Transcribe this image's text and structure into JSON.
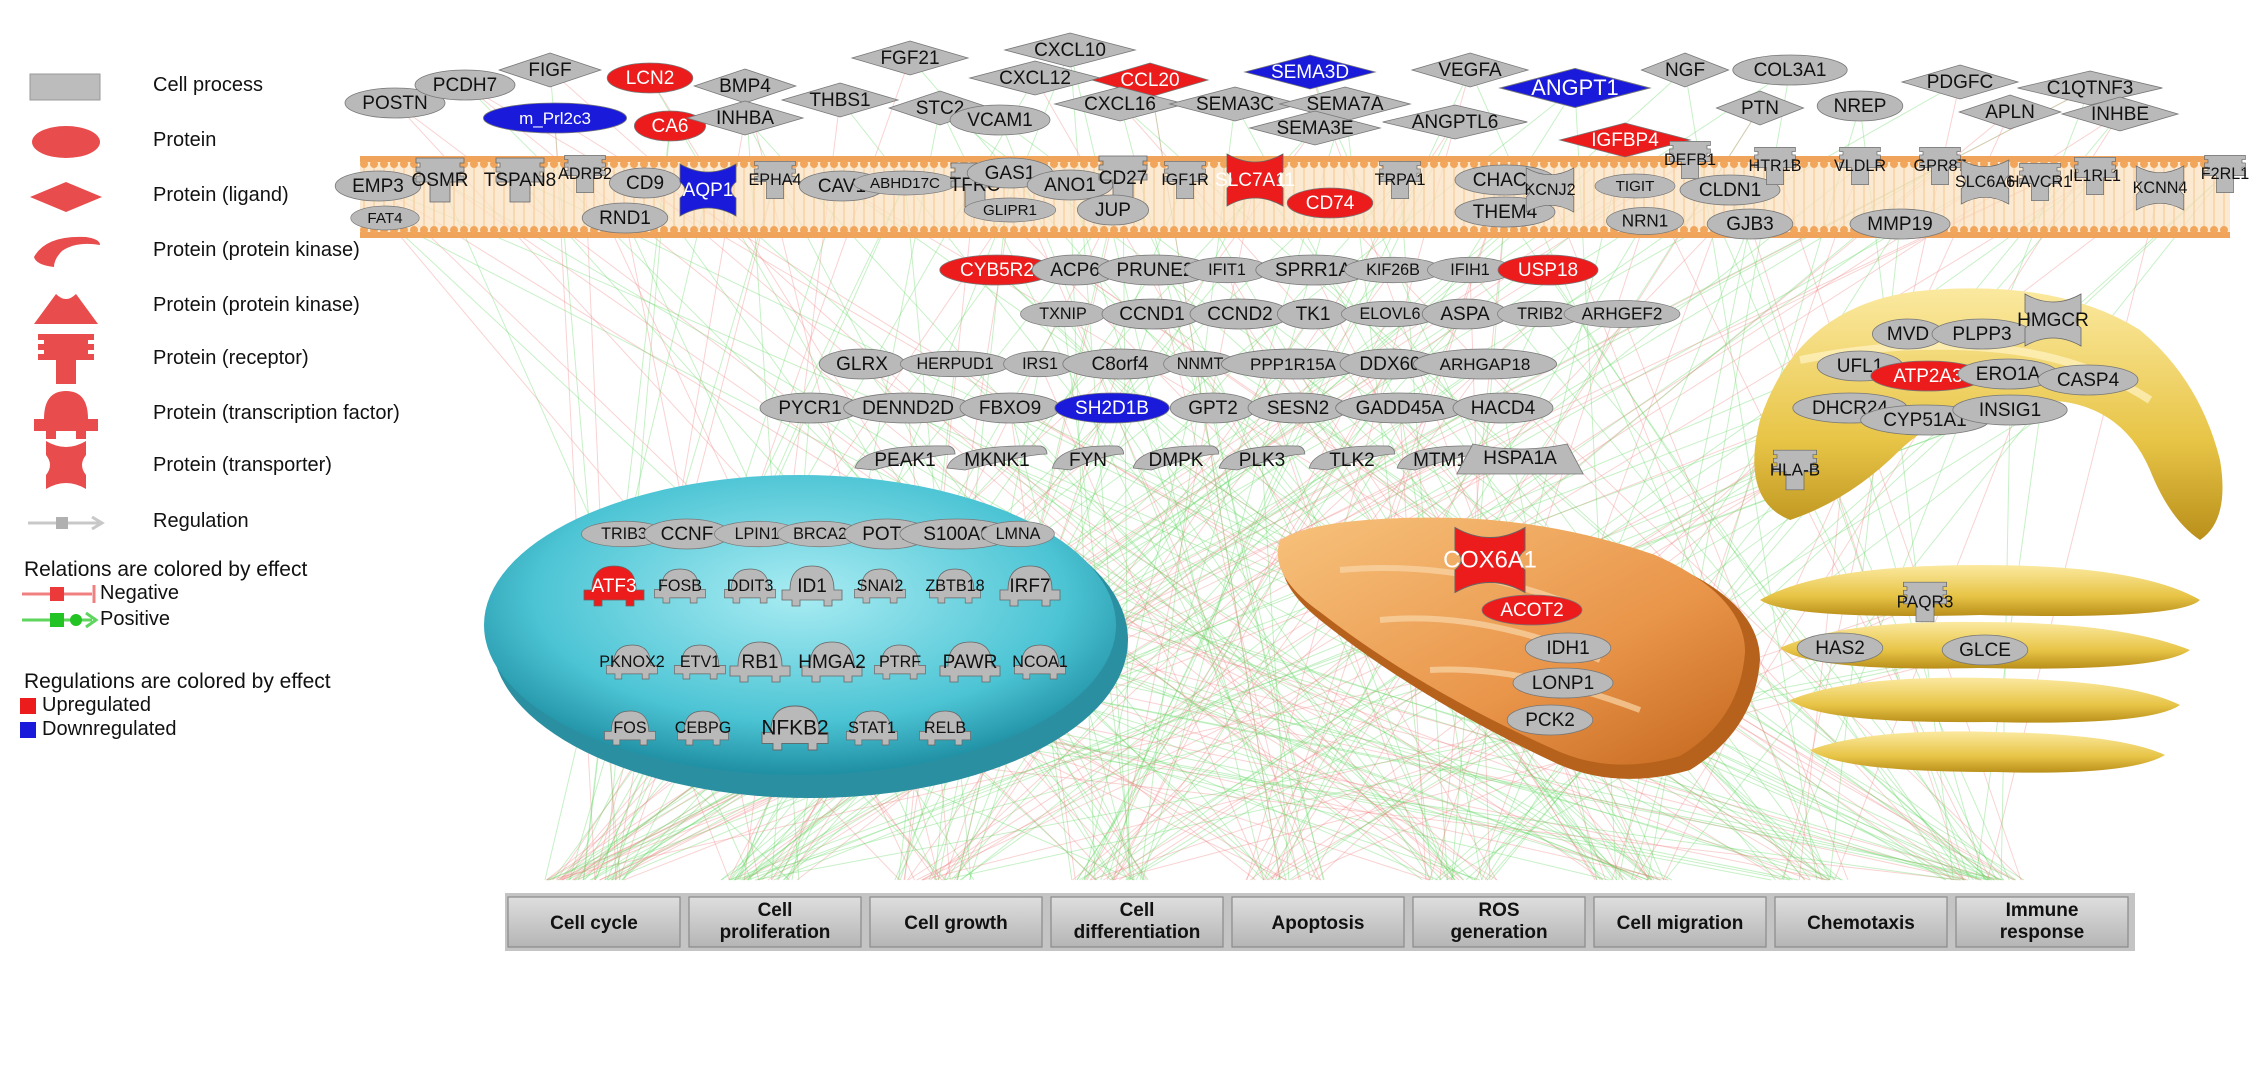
{
  "legend": {
    "items": [
      {
        "label": "Cell process",
        "icon": "cell-process-icon"
      },
      {
        "label": "Protein",
        "icon": "protein-ellipse-icon"
      },
      {
        "label": "Protein (ligand)",
        "icon": "ligand-diamond-icon"
      },
      {
        "label": "Protein (protein kinase)",
        "icon": "kinase-crescent-icon"
      },
      {
        "label": "Protein (protein kinase)",
        "icon": "kinase-trapezoid-icon"
      },
      {
        "label": "Protein (receptor)",
        "icon": "receptor-icon"
      },
      {
        "label": "Protein (transcription factor)",
        "icon": "transcription-factor-icon"
      },
      {
        "label": "Protein (transporter)",
        "icon": "transporter-icon"
      },
      {
        "label": "Regulation",
        "icon": "regulation-arrow-icon"
      }
    ],
    "relations_title": "Relations are colored by effect",
    "negative_label": "Negative",
    "positive_label": "Positive",
    "regulations_title": "Regulations are colored by effect",
    "up_label": "Upregulated",
    "down_label": "Downregulated"
  },
  "colors": {
    "up": "#ec1c1c",
    "down": "#1a1adb",
    "neutral": "#b9b9b9",
    "membrane": "#f2a65c",
    "nucleus": "#4fc7d6",
    "mitochondrion": "#e08a3c",
    "er_golgi": "#e6c23a",
    "negative_edge": "#f08080",
    "positive_edge": "#5ed65e"
  },
  "processes": [
    "Cell cycle",
    "Cell\nproliferation",
    "Cell growth",
    "Cell\ndifferentiation",
    "Apoptosis",
    "ROS\ngeneration",
    "Cell migration",
    "Chemotaxis",
    "Immune\nresponse"
  ],
  "nodes": [
    {
      "label": "POSTN",
      "shape": "ellipse",
      "state": "neutral"
    },
    {
      "label": "PCDH7",
      "shape": "ellipse",
      "state": "neutral"
    },
    {
      "label": "FIGF",
      "shape": "diamond",
      "state": "neutral"
    },
    {
      "label": "LCN2",
      "shape": "ellipse",
      "state": "up"
    },
    {
      "label": "BMP4",
      "shape": "diamond",
      "state": "neutral"
    },
    {
      "label": "FGF21",
      "shape": "diamond",
      "state": "neutral"
    },
    {
      "label": "CXCL10",
      "shape": "diamond",
      "state": "neutral"
    },
    {
      "label": "CXCL12",
      "shape": "diamond",
      "state": "neutral"
    },
    {
      "label": "CCL20",
      "shape": "diamond",
      "state": "up"
    },
    {
      "label": "SEMA3D",
      "shape": "diamond",
      "state": "down"
    },
    {
      "label": "VEGFA",
      "shape": "diamond",
      "state": "neutral"
    },
    {
      "label": "ANGPT1",
      "shape": "diamond",
      "state": "down"
    },
    {
      "label": "NGF",
      "shape": "diamond",
      "state": "neutral"
    },
    {
      "label": "COL3A1",
      "shape": "ellipse",
      "state": "neutral"
    },
    {
      "label": "PDGFC",
      "shape": "diamond",
      "state": "neutral"
    },
    {
      "label": "C1QTNF3",
      "shape": "diamond",
      "state": "neutral"
    },
    {
      "label": "m_Prl2c3",
      "shape": "ellipse",
      "state": "down"
    },
    {
      "label": "CA6",
      "shape": "ellipse",
      "state": "up"
    },
    {
      "label": "INHBA",
      "shape": "diamond",
      "state": "neutral"
    },
    {
      "label": "THBS1",
      "shape": "diamond",
      "state": "neutral"
    },
    {
      "label": "STC2",
      "shape": "diamond",
      "state": "neutral"
    },
    {
      "label": "VCAM1",
      "shape": "ellipse",
      "state": "neutral"
    },
    {
      "label": "CXCL16",
      "shape": "diamond",
      "state": "neutral"
    },
    {
      "label": "SEMA3C",
      "shape": "diamond",
      "state": "neutral"
    },
    {
      "label": "SEMA7A",
      "shape": "diamond",
      "state": "neutral"
    },
    {
      "label": "SEMA3E",
      "shape": "diamond",
      "state": "neutral"
    },
    {
      "label": "ANGPTL6",
      "shape": "diamond",
      "state": "neutral"
    },
    {
      "label": "IGFBP4",
      "shape": "diamond",
      "state": "up"
    },
    {
      "label": "PTN",
      "shape": "diamond",
      "state": "neutral"
    },
    {
      "label": "NREP",
      "shape": "ellipse",
      "state": "neutral"
    },
    {
      "label": "APLN",
      "shape": "diamond",
      "state": "neutral"
    },
    {
      "label": "INHBE",
      "shape": "diamond",
      "state": "neutral"
    },
    {
      "label": "DEFB1",
      "shape": "receptor",
      "state": "neutral"
    },
    {
      "label": "EMP3",
      "shape": "ellipse",
      "state": "neutral"
    },
    {
      "label": "FAT4",
      "shape": "ellipse",
      "state": "neutral"
    },
    {
      "label": "OSMR",
      "shape": "receptor",
      "state": "neutral"
    },
    {
      "label": "TSPAN8",
      "shape": "receptor",
      "state": "neutral"
    },
    {
      "label": "ADRB2",
      "shape": "receptor",
      "state": "neutral"
    },
    {
      "label": "CD9",
      "shape": "ellipse",
      "state": "neutral"
    },
    {
      "label": "RND1",
      "shape": "ellipse",
      "state": "neutral"
    },
    {
      "label": "AQP1",
      "shape": "transporter",
      "state": "down"
    },
    {
      "label": "EPHA4",
      "shape": "receptor",
      "state": "neutral"
    },
    {
      "label": "CAV1",
      "shape": "ellipse",
      "state": "neutral"
    },
    {
      "label": "ABHD17C",
      "shape": "ellipse",
      "state": "neutral"
    },
    {
      "label": "TFRC",
      "shape": "receptor",
      "state": "neutral"
    },
    {
      "label": "GAS1",
      "shape": "ellipse",
      "state": "neutral"
    },
    {
      "label": "GLIPR1",
      "shape": "ellipse",
      "state": "neutral"
    },
    {
      "label": "ANO1",
      "shape": "ellipse",
      "state": "neutral"
    },
    {
      "label": "CD27",
      "shape": "receptor",
      "state": "neutral"
    },
    {
      "label": "JUP",
      "shape": "ellipse",
      "state": "neutral"
    },
    {
      "label": "IGF1R",
      "shape": "receptor",
      "state": "neutral"
    },
    {
      "label": "SLC7A11",
      "shape": "transporter",
      "state": "up"
    },
    {
      "label": "CD74",
      "shape": "ellipse",
      "state": "up"
    },
    {
      "label": "TRPA1",
      "shape": "receptor",
      "state": "neutral"
    },
    {
      "label": "CHAC1",
      "shape": "ellipse",
      "state": "neutral"
    },
    {
      "label": "THEM4",
      "shape": "ellipse",
      "state": "neutral"
    },
    {
      "label": "KCNJ2",
      "shape": "transporter",
      "state": "neutral"
    },
    {
      "label": "TIGIT",
      "shape": "ellipse",
      "state": "neutral"
    },
    {
      "label": "NRN1",
      "shape": "ellipse",
      "state": "neutral"
    },
    {
      "label": "CLDN1",
      "shape": "ellipse",
      "state": "neutral"
    },
    {
      "label": "GJB3",
      "shape": "ellipse",
      "state": "neutral"
    },
    {
      "label": "HTR1B",
      "shape": "receptor",
      "state": "neutral"
    },
    {
      "label": "VLDLR",
      "shape": "receptor",
      "state": "neutral"
    },
    {
      "label": "MMP19",
      "shape": "ellipse",
      "state": "neutral"
    },
    {
      "label": "GPR87",
      "shape": "receptor",
      "state": "neutral"
    },
    {
      "label": "SLC6A6",
      "shape": "transporter",
      "state": "neutral"
    },
    {
      "label": "HAVCR1",
      "shape": "receptor",
      "state": "neutral"
    },
    {
      "label": "IL1RL1",
      "shape": "receptor",
      "state": "neutral"
    },
    {
      "label": "KCNN4",
      "shape": "transporter",
      "state": "neutral"
    },
    {
      "label": "F2RL1",
      "shape": "receptor",
      "state": "neutral"
    },
    {
      "label": "CYB5R2",
      "shape": "ellipse",
      "state": "up"
    },
    {
      "label": "ACP6",
      "shape": "ellipse",
      "state": "neutral"
    },
    {
      "label": "PRUNE2",
      "shape": "ellipse",
      "state": "neutral"
    },
    {
      "label": "IFIT1",
      "shape": "ellipse",
      "state": "neutral"
    },
    {
      "label": "SPRR1A",
      "shape": "ellipse",
      "state": "neutral"
    },
    {
      "label": "KIF26B",
      "shape": "ellipse",
      "state": "neutral"
    },
    {
      "label": "IFIH1",
      "shape": "ellipse",
      "state": "neutral"
    },
    {
      "label": "USP18",
      "shape": "ellipse",
      "state": "up"
    },
    {
      "label": "TXNIP",
      "shape": "ellipse",
      "state": "neutral"
    },
    {
      "label": "CCND1",
      "shape": "ellipse",
      "state": "neutral"
    },
    {
      "label": "CCND2",
      "shape": "ellipse",
      "state": "neutral"
    },
    {
      "label": "TK1",
      "shape": "ellipse",
      "state": "neutral"
    },
    {
      "label": "ELOVL6",
      "shape": "ellipse",
      "state": "neutral"
    },
    {
      "label": "ASPA",
      "shape": "ellipse",
      "state": "neutral"
    },
    {
      "label": "TRIB2",
      "shape": "ellipse",
      "state": "neutral"
    },
    {
      "label": "ARHGEF2",
      "shape": "ellipse",
      "state": "neutral"
    },
    {
      "label": "GLRX",
      "shape": "ellipse",
      "state": "neutral"
    },
    {
      "label": "HERPUD1",
      "shape": "ellipse",
      "state": "neutral"
    },
    {
      "label": "IRS1",
      "shape": "ellipse",
      "state": "neutral"
    },
    {
      "label": "C8orf4",
      "shape": "ellipse",
      "state": "neutral"
    },
    {
      "label": "NNMT",
      "shape": "ellipse",
      "state": "neutral"
    },
    {
      "label": "PPP1R15A",
      "shape": "ellipse",
      "state": "neutral"
    },
    {
      "label": "DDX60",
      "shape": "ellipse",
      "state": "neutral"
    },
    {
      "label": "ARHGAP18",
      "shape": "ellipse",
      "state": "neutral"
    },
    {
      "label": "PYCR1",
      "shape": "ellipse",
      "state": "neutral"
    },
    {
      "label": "DENND2D",
      "shape": "ellipse",
      "state": "neutral"
    },
    {
      "label": "FBXO9",
      "shape": "ellipse",
      "state": "neutral"
    },
    {
      "label": "SH2D1B",
      "shape": "ellipse",
      "state": "down"
    },
    {
      "label": "GPT2",
      "shape": "ellipse",
      "state": "neutral"
    },
    {
      "label": "SESN2",
      "shape": "ellipse",
      "state": "neutral"
    },
    {
      "label": "GADD45A",
      "shape": "ellipse",
      "state": "neutral"
    },
    {
      "label": "HACD4",
      "shape": "ellipse",
      "state": "neutral"
    },
    {
      "label": "PEAK1",
      "shape": "crescent",
      "state": "neutral"
    },
    {
      "label": "MKNK1",
      "shape": "crescent",
      "state": "neutral"
    },
    {
      "label": "FYN",
      "shape": "crescent",
      "state": "neutral"
    },
    {
      "label": "DMPK",
      "shape": "crescent",
      "state": "neutral"
    },
    {
      "label": "PLK3",
      "shape": "crescent",
      "state": "neutral"
    },
    {
      "label": "TLK2",
      "shape": "crescent",
      "state": "neutral"
    },
    {
      "label": "MTM1",
      "shape": "crescent",
      "state": "neutral"
    },
    {
      "label": "HSPA1A",
      "shape": "trapezoid",
      "state": "neutral"
    },
    {
      "label": "TRIB3",
      "shape": "ellipse",
      "state": "neutral"
    },
    {
      "label": "CCNF",
      "shape": "ellipse",
      "state": "neutral"
    },
    {
      "label": "LPIN1",
      "shape": "ellipse",
      "state": "neutral"
    },
    {
      "label": "BRCA2",
      "shape": "ellipse",
      "state": "neutral"
    },
    {
      "label": "POT1",
      "shape": "ellipse",
      "state": "neutral"
    },
    {
      "label": "S100A6",
      "shape": "ellipse",
      "state": "neutral"
    },
    {
      "label": "LMNA",
      "shape": "ellipse",
      "state": "neutral"
    },
    {
      "label": "ATF3",
      "shape": "tf",
      "state": "up"
    },
    {
      "label": "FOSB",
      "shape": "tf",
      "state": "neutral"
    },
    {
      "label": "DDIT3",
      "shape": "tf",
      "state": "neutral"
    },
    {
      "label": "ID1",
      "shape": "tf",
      "state": "neutral"
    },
    {
      "label": "SNAI2",
      "shape": "tf",
      "state": "neutral"
    },
    {
      "label": "ZBTB18",
      "shape": "tf",
      "state": "neutral"
    },
    {
      "label": "IRF7",
      "shape": "tf",
      "state": "neutral"
    },
    {
      "label": "PKNOX2",
      "shape": "tf",
      "state": "neutral"
    },
    {
      "label": "ETV1",
      "shape": "tf",
      "state": "neutral"
    },
    {
      "label": "RB1",
      "shape": "tf",
      "state": "neutral"
    },
    {
      "label": "HMGA2",
      "shape": "tf",
      "state": "neutral"
    },
    {
      "label": "PTRF",
      "shape": "tf",
      "state": "neutral"
    },
    {
      "label": "PAWR",
      "shape": "tf",
      "state": "neutral"
    },
    {
      "label": "NCOA1",
      "shape": "tf",
      "state": "neutral"
    },
    {
      "label": "FOS",
      "shape": "tf",
      "state": "neutral"
    },
    {
      "label": "CEBPG",
      "shape": "tf",
      "state": "neutral"
    },
    {
      "label": "NFKB2",
      "shape": "tf",
      "state": "neutral"
    },
    {
      "label": "STAT1",
      "shape": "tf",
      "state": "neutral"
    },
    {
      "label": "RELB",
      "shape": "tf",
      "state": "neutral"
    },
    {
      "label": "COX6A1",
      "shape": "transporter",
      "state": "up"
    },
    {
      "label": "ACOT2",
      "shape": "ellipse",
      "state": "up"
    },
    {
      "label": "IDH1",
      "shape": "ellipse",
      "state": "neutral"
    },
    {
      "label": "LONP1",
      "shape": "ellipse",
      "state": "neutral"
    },
    {
      "label": "PCK2",
      "shape": "ellipse",
      "state": "neutral"
    },
    {
      "label": "MVD",
      "shape": "ellipse",
      "state": "neutral"
    },
    {
      "label": "PLPP3",
      "shape": "ellipse",
      "state": "neutral"
    },
    {
      "label": "HMGCR",
      "shape": "transporter",
      "state": "neutral"
    },
    {
      "label": "UFL1",
      "shape": "ellipse",
      "state": "neutral"
    },
    {
      "label": "ATP2A3",
      "shape": "ellipse",
      "state": "up"
    },
    {
      "label": "ERO1A",
      "shape": "ellipse",
      "state": "neutral"
    },
    {
      "label": "CASP4",
      "shape": "ellipse",
      "state": "neutral"
    },
    {
      "label": "DHCR24",
      "shape": "ellipse",
      "state": "neutral"
    },
    {
      "label": "CYP51A1",
      "shape": "ellipse",
      "state": "neutral"
    },
    {
      "label": "INSIG1",
      "shape": "ellipse",
      "state": "neutral"
    },
    {
      "label": "HLA-B",
      "shape": "receptor",
      "state": "neutral"
    },
    {
      "label": "PAQR3",
      "shape": "receptor",
      "state": "neutral"
    },
    {
      "label": "HAS2",
      "shape": "ellipse",
      "state": "neutral"
    },
    {
      "label": "GLCE",
      "shape": "ellipse",
      "state": "neutral"
    }
  ]
}
